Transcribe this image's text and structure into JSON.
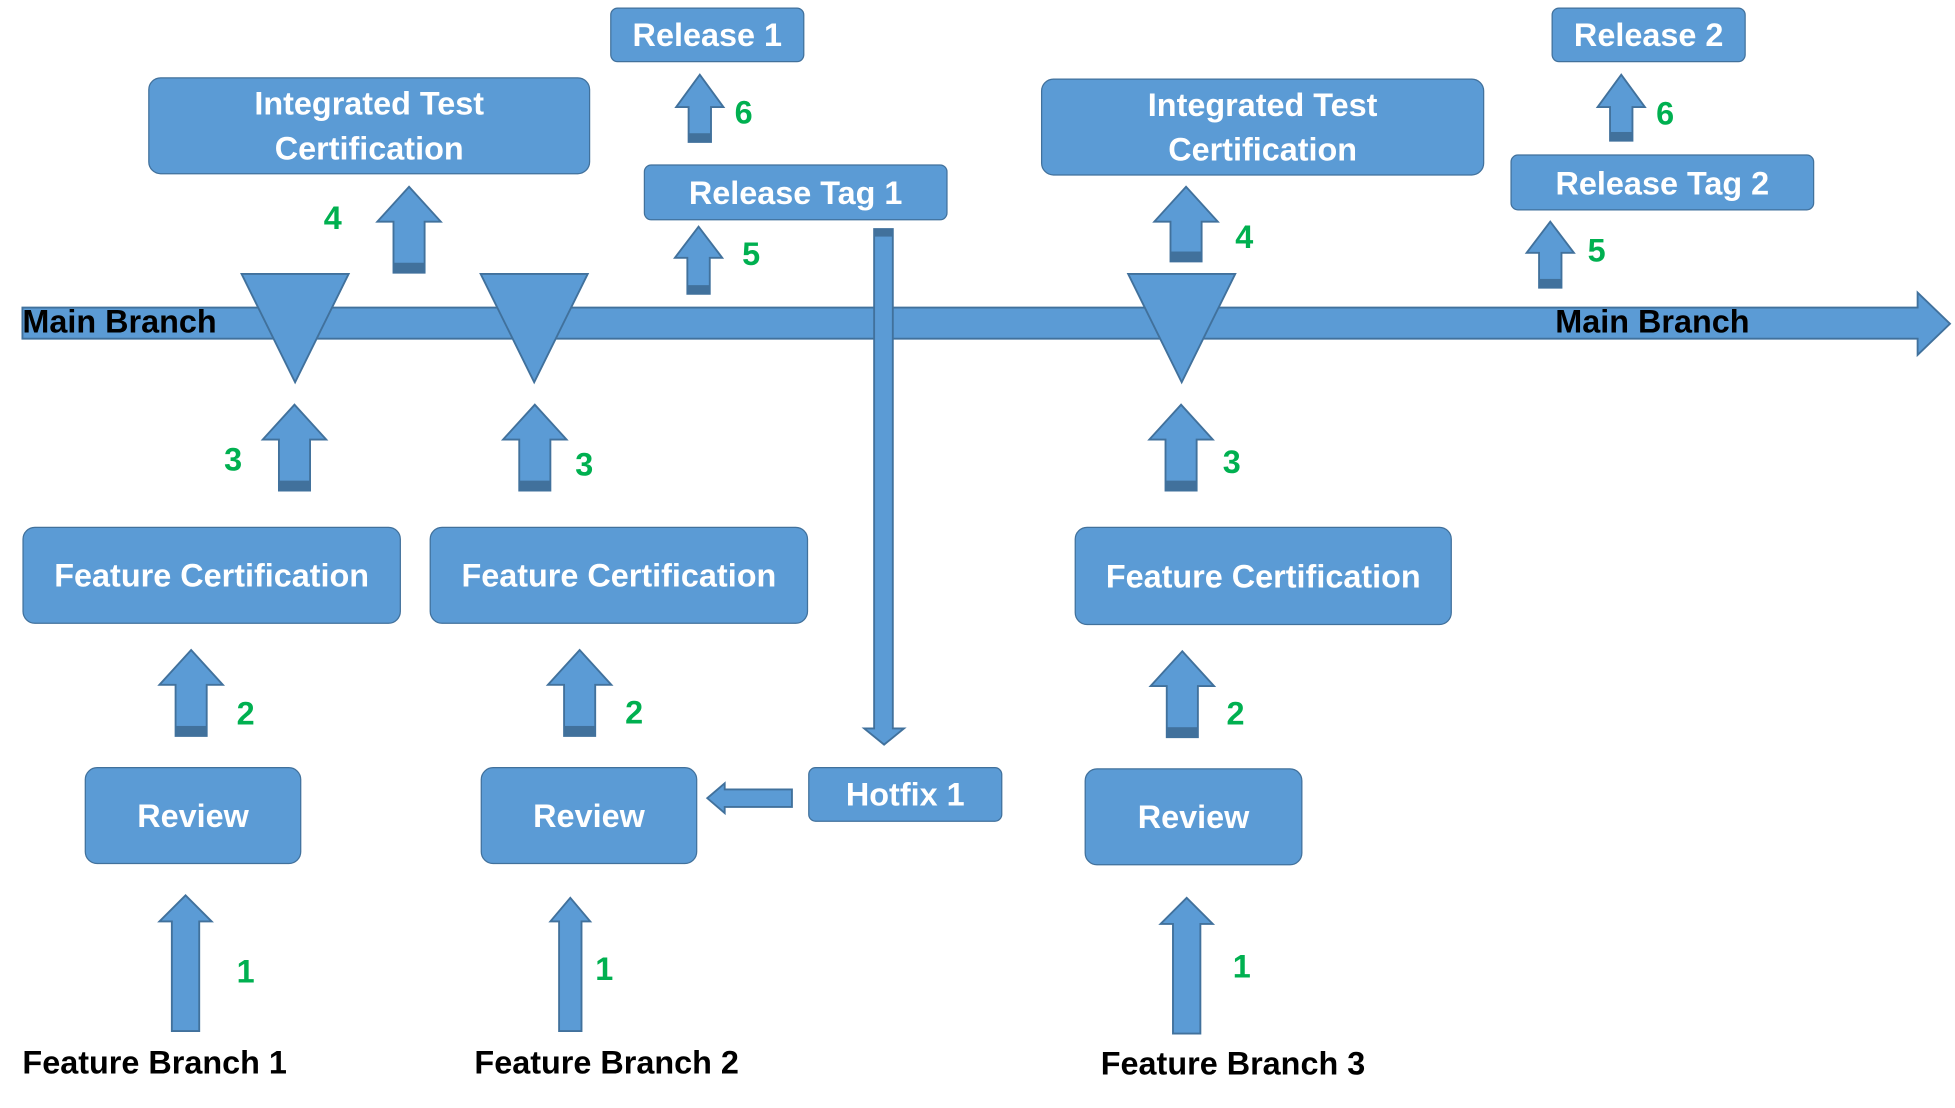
{
  "colors": {
    "fill": "#5b9bd5",
    "stroke": "#41719c",
    "step_number": "#00b050",
    "label": "#000000"
  },
  "main_branch": {
    "label_left": "Main Branch",
    "label_right": "Main Branch"
  },
  "feature_branches": [
    {
      "label": "Feature Branch 1",
      "review": "Review",
      "certification": "Feature Certification",
      "step1": "1",
      "step2": "2",
      "step3": "3"
    },
    {
      "label": "Feature Branch 2",
      "review": "Review",
      "certification": "Feature Certification",
      "step1": "1",
      "step2": "2",
      "step3": "3"
    },
    {
      "label": "Feature Branch 3",
      "review": "Review",
      "certification": "Feature Certification",
      "step1": "1",
      "step2": "2",
      "step3": "3"
    }
  ],
  "hotfix": {
    "label": "Hotfix 1"
  },
  "integrated_test": [
    {
      "label_line1": "Integrated Test",
      "label_line2": "Certification",
      "step": "4"
    },
    {
      "label_line1": "Integrated Test",
      "label_line2": "Certification",
      "step": "4"
    }
  ],
  "release_tags": [
    {
      "label": "Release Tag 1",
      "step": "5"
    },
    {
      "label": "Release Tag 2",
      "step": "5"
    }
  ],
  "releases": [
    {
      "label": "Release 1",
      "step": "6"
    },
    {
      "label": "Release 2",
      "step": "6"
    }
  ]
}
